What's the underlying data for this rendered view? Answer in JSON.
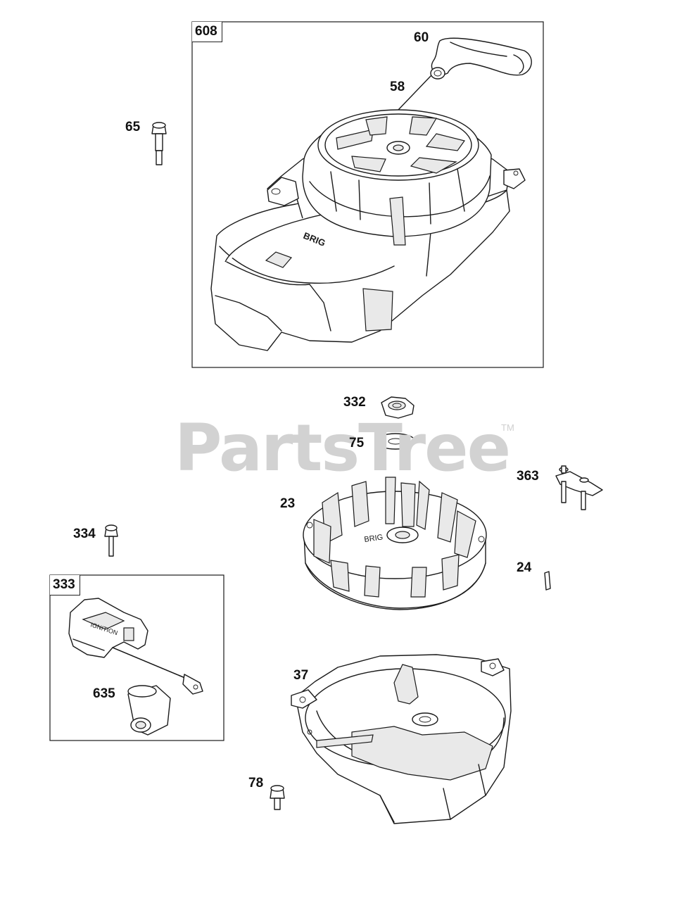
{
  "watermark": {
    "text": "PartsTree",
    "trademark": "TM"
  },
  "groups": [
    {
      "label": "608"
    },
    {
      "label": "333"
    }
  ],
  "callouts": [
    {
      "label": "60"
    },
    {
      "label": "58"
    },
    {
      "label": "65"
    },
    {
      "label": "332"
    },
    {
      "label": "75"
    },
    {
      "label": "363"
    },
    {
      "label": "23"
    },
    {
      "label": "334"
    },
    {
      "label": "24"
    },
    {
      "label": "37"
    },
    {
      "label": "635"
    },
    {
      "label": "78"
    }
  ]
}
